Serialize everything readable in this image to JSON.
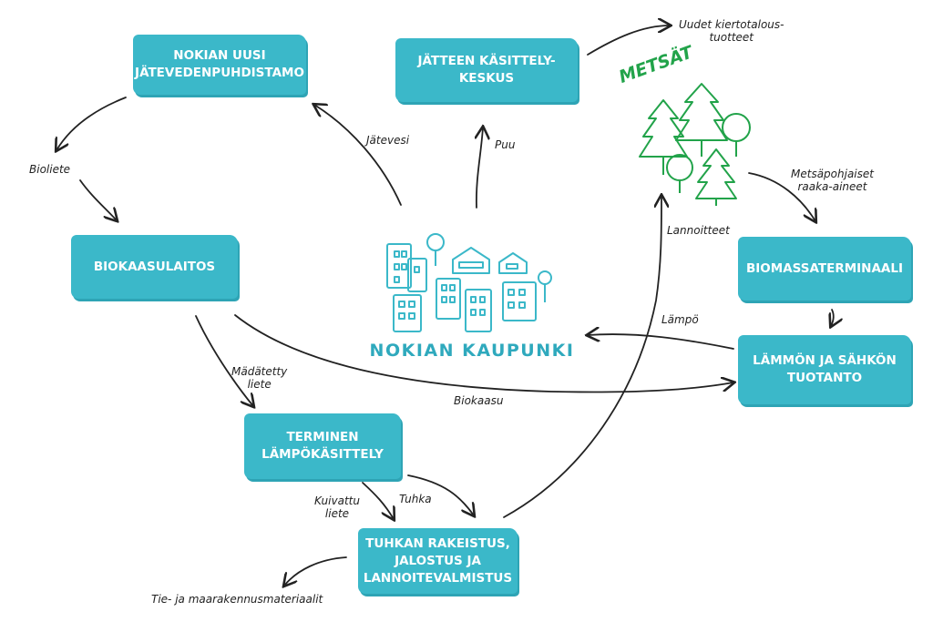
{
  "nodes": {
    "wastewater_plant": "NOKIAN UUSI\nJÄTEVEDENPUHDISTAMO",
    "waste_center": "JÄTTEEN KÄSITTELY-\nKESKUS",
    "biogas_plant": "BIOKAASULAITOS",
    "biomass_terminal": "BIOMASSATERMINAALI",
    "heat_power": "LÄMMÖN JA SÄHKÖN\nTUOTANTO",
    "thermal_treatment": "TERMINEN\nLÄMPÖKÄSITTELY",
    "ash_processing": "TUHKAN RAKEISTUS,\nJALOSTUS JA\nLANNOITEVALMISTUS"
  },
  "center": {
    "city_title": "NOKIAN KAUPUNKI"
  },
  "forest": {
    "title": "METSÄT"
  },
  "flow_labels": {
    "new_products": "Uudet kiertotalous-\ntuotteet",
    "wastewater": "Jätevesi",
    "wood": "Puu",
    "bio_sludge": "Bioliete",
    "forest_materials": "Metsäpohjaiset\nraaka-aineet",
    "fertilizers": "Lannoitteet",
    "heat": "Lämpö",
    "digested_sludge": "Mädätetty\nliete",
    "biogas": "Biokaasu",
    "dried_sludge": "Kuivattu\nliete",
    "ash": "Tuhka",
    "construction_materials": "Tie- ja maarakennusmateriaalit"
  },
  "colors": {
    "box": "#3bb8c9",
    "city": "#2fa9bd",
    "forest": "#22a34a",
    "arrow": "#222222"
  },
  "icons": [
    "city-buildings-icon",
    "forest-trees-icon"
  ]
}
